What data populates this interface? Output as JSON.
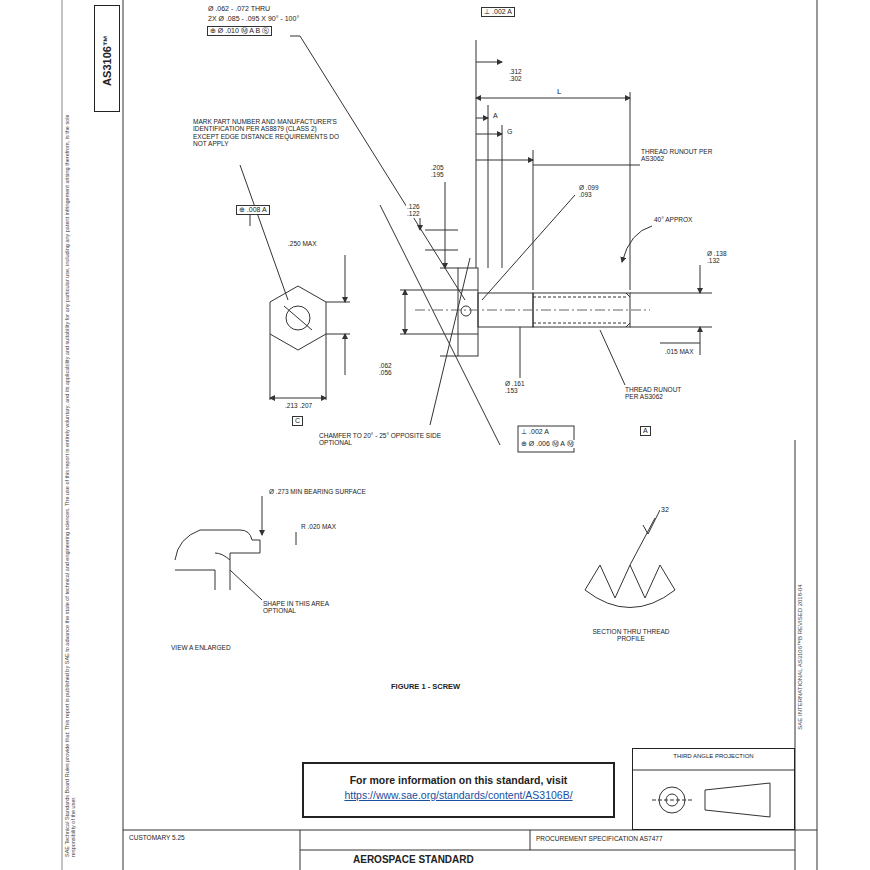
{
  "diagram": {
    "nodes": [
      {
        "text": [
          "AS3106™"
        ]
      },
      {
        "text": [
          "For more information on this standard, visit",
          "https://www.sae.org/standards/content/AS3106B/"
        ]
      },
      {
        "text": [
          "THIRD ANGLE PROJECTION"
        ]
      }
    ],
    "labels": [
      "Ø .062 - .072 THRU",
      "2X Ø .085 - .095 X 90° - 100°",
      "⊕ Ø .010 Ⓜ A B Ⓢ",
      "MARK PART NUMBER AND MANUFACTURER'S IDENTIFICATION PER AS8879 (CLASS 2) EXCEPT EDGE DISTANCE REQUIREMENTS DO NOT APPLY",
      "⊥ .002 A",
      ".312 .302",
      "L",
      "A",
      "G",
      "THREAD RUNOUT PER AS3062",
      ".205 .195",
      "Ø .099 .093",
      "40° APPROX",
      "Ø .138 .132",
      ".015 MAX",
      "THREAD RUNOUT PER AS3062",
      "A",
      "Ø .161 .153",
      "⊥ .002 A",
      "⊕ Ø .006 Ⓜ A Ⓜ",
      "CHAMFER TO 20° - 25° OPPOSITE SIDE OPTIONAL",
      "⊕ .008 A",
      ".250 MAX",
      ".213 .207",
      "C",
      ".126 .122",
      ".062 .056",
      "Ø .273 MIN BEARING SURFACE",
      "R .020 MAX",
      "SHAPE IN THIS AREA OPTIONAL",
      "VIEW A ENLARGED",
      "32",
      "SECTION THRU THREAD PROFILE",
      "FIGURE 1 - SCREW",
      "CUSTOMARY 5.25",
      "PROCUREMENT SPECIFICATION AS7477",
      "AEROSPACE STANDARD",
      "SAE Technical Standards Board Rules provide that: This report is published by SAE to advance the state of technical and engineering sciences. The use of this report is entirely voluntary, and its applicability and suitability for any particular use, including any patent infringement arising therefrom, is the sole responsibility of the user.",
      "SAE INTERNATIONAL   AS3106™B   REVISED 2018-04"
    ]
  }
}
